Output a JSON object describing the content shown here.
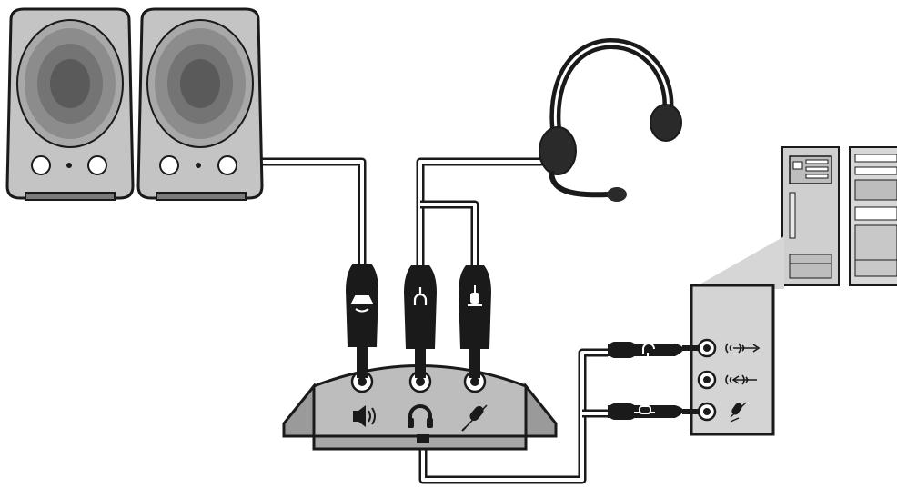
{
  "diagram": {
    "components": [
      {
        "id": "speaker-left",
        "icon": "speaker-icon"
      },
      {
        "id": "speaker-right",
        "icon": "speaker-icon"
      },
      {
        "id": "headset",
        "icon": "headset-icon"
      },
      {
        "id": "switch-box",
        "icon": "audio-switch-box"
      },
      {
        "id": "computer-tower",
        "icon": "computer-tower-icon"
      },
      {
        "id": "computer-rear-panel",
        "icon": "audio-jack-panel"
      }
    ],
    "plugs": [
      {
        "id": "speaker-plug",
        "icon": "speaker-plug-icon"
      },
      {
        "id": "headphone-plug",
        "icon": "headphone-plug-icon"
      },
      {
        "id": "mic-plug",
        "icon": "mic-plug-icon"
      },
      {
        "id": "pc-line-out-plug",
        "icon": "headphone-plug-icon"
      },
      {
        "id": "pc-mic-plug",
        "icon": "mic-plug-icon"
      }
    ],
    "box_jacks": [
      "speaker-output-icon",
      "headphone-icon",
      "microphone-icon"
    ],
    "panel_jacks": [
      "line-out-icon",
      "line-in-icon",
      "microphone-icon"
    ],
    "colors": {
      "ink": "#1a1a1a",
      "speaker_body": "#c4c4c4",
      "speaker_cone_outer": "#8c8c8c",
      "speaker_cone_inner": "#5a5a5a",
      "box_face": "#bdbdbd",
      "cable": "#ffffff"
    }
  }
}
